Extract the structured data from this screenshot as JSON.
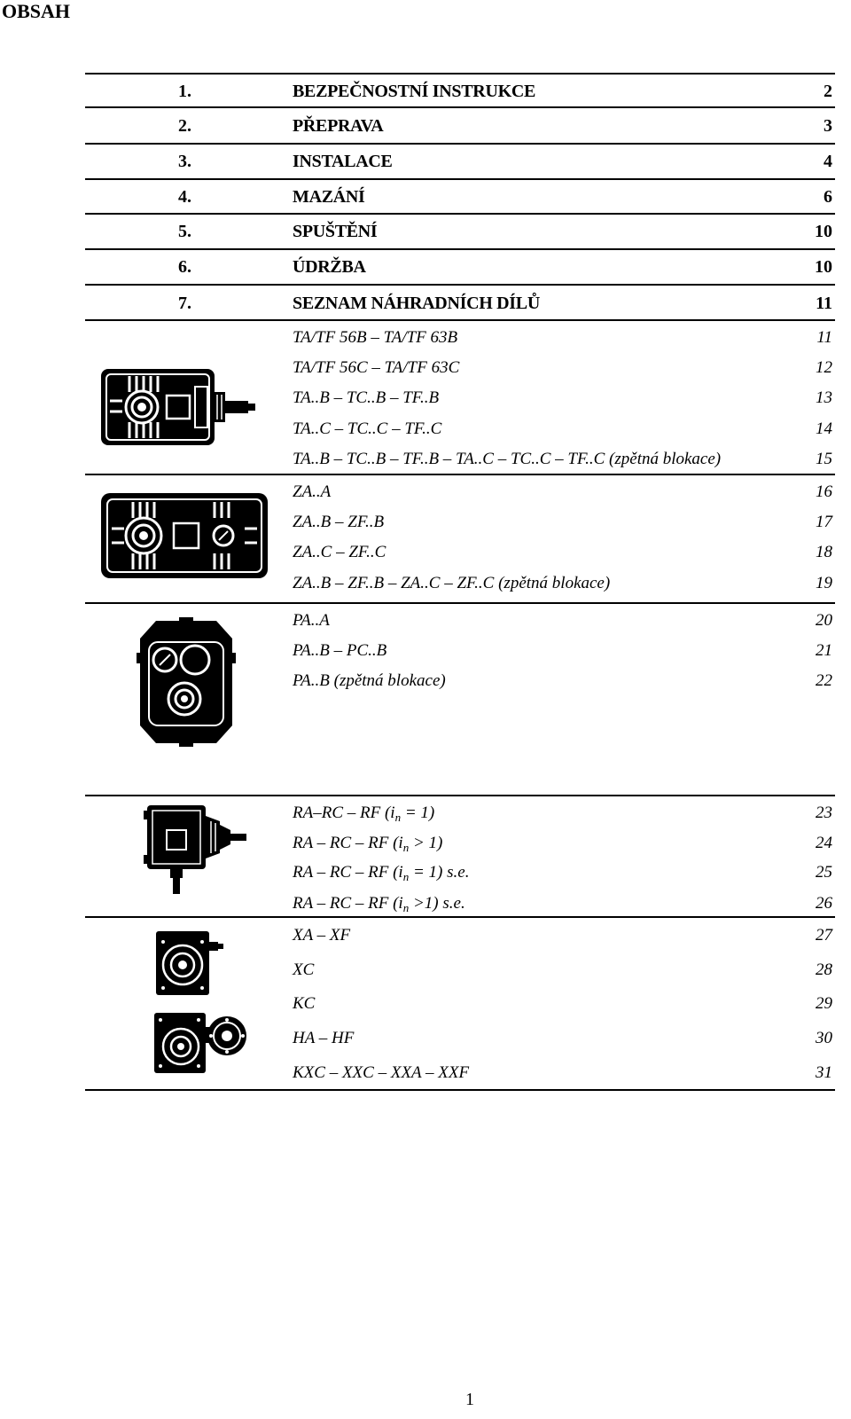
{
  "heading": "OBSAH",
  "main_items": [
    {
      "num": "1.",
      "title": "BEZPEČNOSTNÍ INSTRUKCE",
      "page": "2"
    },
    {
      "num": "2.",
      "title": "PŘEPRAVA",
      "page": "3"
    },
    {
      "num": "3.",
      "title": "INSTALACE",
      "page": "4"
    },
    {
      "num": "4.",
      "title": "MAZÁNÍ",
      "page": "6"
    },
    {
      "num": "5.",
      "title": "SPUŠTĚNÍ",
      "page": "10"
    },
    {
      "num": "6.",
      "title": "ÚDRŽBA",
      "page": "10"
    },
    {
      "num": "7.",
      "title": "SEZNAM NÁHRADNÍCH DÍLŮ",
      "page": "11"
    }
  ],
  "group1": [
    {
      "title": "TA/TF 56B – TA/TF 63B",
      "page": "11"
    },
    {
      "title": "TA/TF 56C – TA/TF 63C",
      "page": "12"
    },
    {
      "title": "TA..B – TC..B – TF..B",
      "page": "13"
    },
    {
      "title": "TA..C – TC..C – TF..C",
      "page": "14"
    },
    {
      "title": "TA..B – TC..B – TF..B – TA..C – TC..C – TF..C (zpětná blokace)",
      "page": "15"
    }
  ],
  "group2": [
    {
      "title": "ZA..A",
      "page": "16"
    },
    {
      "title": "ZA..B – ZF..B",
      "page": "17"
    },
    {
      "title": "ZA..C – ZF..C",
      "page": "18"
    },
    {
      "title": "ZA..B – ZF..B – ZA..C – ZF..C (zpětná blokace)",
      "page": "19"
    }
  ],
  "group3": [
    {
      "title": "PA..A",
      "page": "20"
    },
    {
      "title": "PA..B – PC..B",
      "page": "21"
    },
    {
      "title": "PA..B (zpětná blokace)",
      "page": "22"
    }
  ],
  "group4": [
    {
      "pre": "RA–RC – RF (i",
      "sub": "n",
      "post": " = 1)",
      "page": "23"
    },
    {
      "pre": "RA – RC – RF (i",
      "sub": "n",
      "post": " > 1)",
      "page": "24"
    },
    {
      "pre": "RA – RC – RF (i",
      "sub": "n",
      "post": " = 1) s.e.",
      "page": "25"
    },
    {
      "pre": "RA – RC – RF (i",
      "sub": "n",
      "post": " >1) s.e.",
      "page": "26"
    }
  ],
  "group5": [
    {
      "title": "XA – XF",
      "page": "27"
    },
    {
      "title": "XC",
      "page": "28"
    },
    {
      "title": "KC",
      "page": "29"
    },
    {
      "title": "HA – HF",
      "page": "30"
    },
    {
      "title": "KXC – XXC – XXA – XXF",
      "page": "31"
    }
  ],
  "footer": {
    "page_number": "1"
  },
  "icons": [
    "gearbox-t-icon",
    "gearbox-z-icon",
    "gearbox-p-icon",
    "gearbox-r-icon",
    "gearbox-x-icon",
    "gearbox-h-icon"
  ]
}
